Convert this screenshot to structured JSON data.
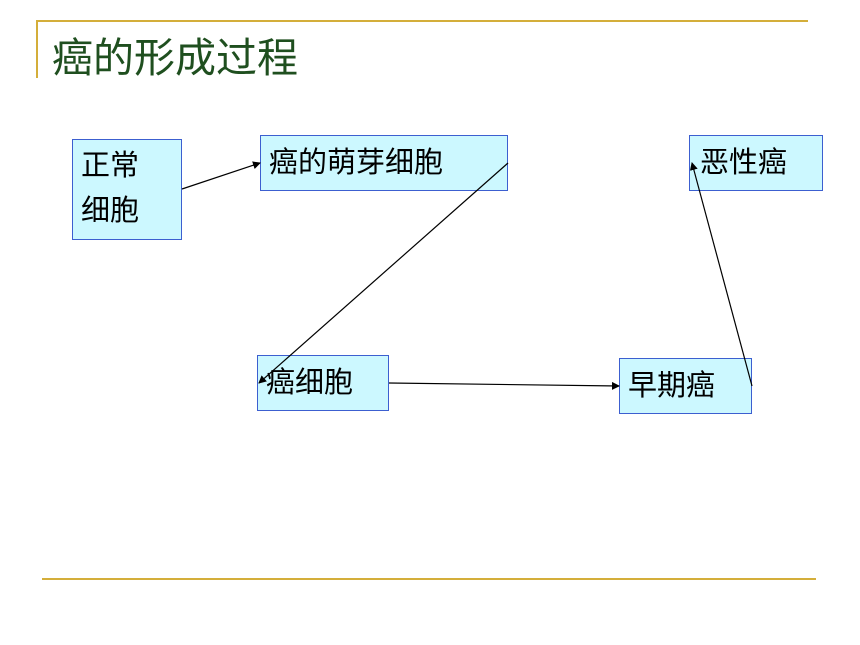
{
  "slide": {
    "title": "癌的形成过程",
    "accent_color": "#d4ae3a",
    "title_color": "#1f4f1f",
    "box_fill": "#ccf8ff",
    "box_border": "#3c5fd0"
  },
  "nodes": {
    "normal_cell": {
      "line1": "正常",
      "line2": "细胞"
    },
    "precancer_cell": {
      "label": "癌的萌芽细胞"
    },
    "cancer_cell": {
      "label": "癌细胞"
    },
    "early_cancer": {
      "label": "早期癌"
    },
    "malignant_cancer": {
      "label": "恶性癌"
    }
  },
  "edges": [
    {
      "from": "正常细胞",
      "to": "癌的萌芽细胞"
    },
    {
      "from": "癌的萌芽细胞",
      "to": "癌细胞"
    },
    {
      "from": "癌细胞",
      "to": "早期癌"
    },
    {
      "from": "早期癌",
      "to": "恶性癌"
    }
  ]
}
